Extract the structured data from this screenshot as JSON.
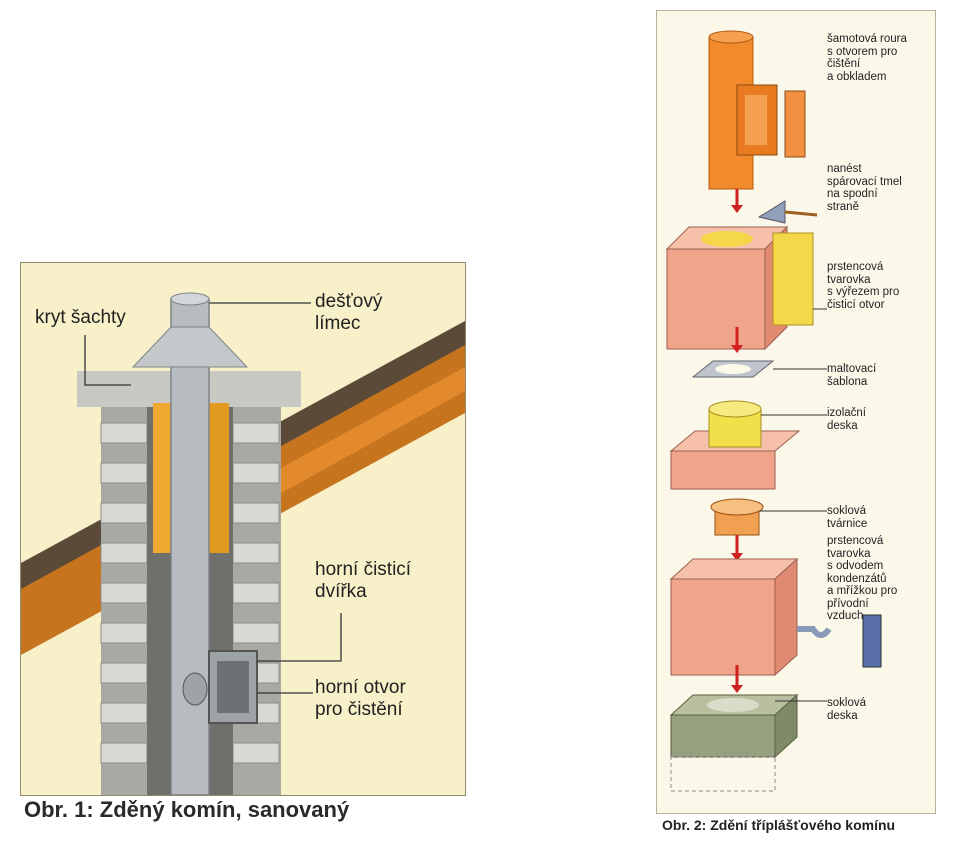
{
  "figure1": {
    "caption": "Obr. 1: Zděný komín, sanovaný",
    "labels": {
      "kryt": "kryt šachty",
      "destovy": "dešťový\nlímec",
      "dvirka": "horní čisticí\ndvířka",
      "otvor": "horní otvor\npro čistění"
    }
  },
  "figure2": {
    "caption": "Obr. 2: Zdění tříplášťového komínu",
    "labels": {
      "roura": "šamotová roura\ns otvorem pro\nčištění\na obkladem",
      "tmel": "nanést\nspárovací tmel\nna spodní\nstraně",
      "tvarovka1": "prstencová\ntvarovka\ns výřezem pro\nčisticí otvor",
      "sablona": "maltovací\nšablona",
      "izolacni": "izolační\ndeska",
      "soklova_tvarnice": "soklová\ntvárnice",
      "tvarovka2": "prstencová\ntvarovka\ns odvodem\nkondenzátů\na mřížkou pro\npřívodní\nvzduch",
      "soklova_deska": "soklová\ndeska"
    }
  }
}
